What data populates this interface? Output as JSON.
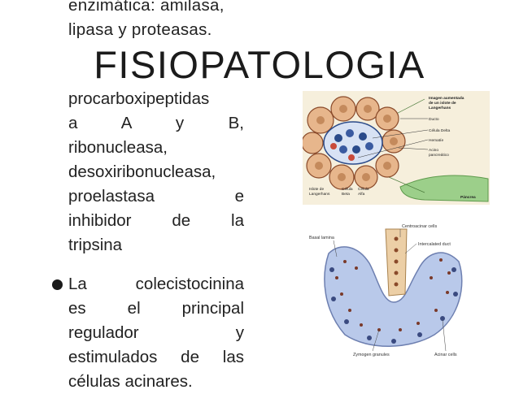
{
  "top_lines": [
    "enzimática: amilasa,",
    "lipasa y  proteasas."
  ],
  "title": "FISIOPATOLOGIA",
  "paragraph_lines": [
    "procarboxipeptidas",
    "a  A  y  B,",
    "ribonucleasa,",
    "desoxiribonucleasa,",
    "proelastasa  e",
    "inhibidor  de  la",
    "tripsina"
  ],
  "bullet_lines": [
    "La  colecistocinina",
    "es  el  principal",
    "regulador  y",
    "estimulados de las",
    "células acinares."
  ],
  "figure1": {
    "labels": {
      "imagen": "Imagen aumentada",
      "imagen2": "de un islote de",
      "imagen3": "Langerhans",
      "ducto": "Ducto",
      "delta": "Célula Delta",
      "hematie": "Hematíe",
      "acino": "Acino",
      "acino2": "pancreático",
      "islote": "Islote de",
      "islote2": "Langerhans",
      "beta": "Célula",
      "beta2": "Beta",
      "alfa": "Célula",
      "alfa2": "Alfa",
      "pancreas": "Páncrea"
    }
  },
  "figure2": {
    "labels": {
      "centroacinar": "Centroacinar cells",
      "basal": "Basal lamina",
      "intercalated": "Intercalated duct",
      "zymogen": "Zymogen granules",
      "acinar": "Acinar cells"
    }
  },
  "colors": {
    "text": "#222222",
    "figure_bg": "#f4ecd6",
    "acinus": "#e6b48a",
    "acinus_dark": "#8a4a2a",
    "islet_blue": "#2a4a8a",
    "cell_blue": "#b9c9ea",
    "duct": "#e9c9a0",
    "pancreas_green": "#9ccf8a"
  }
}
